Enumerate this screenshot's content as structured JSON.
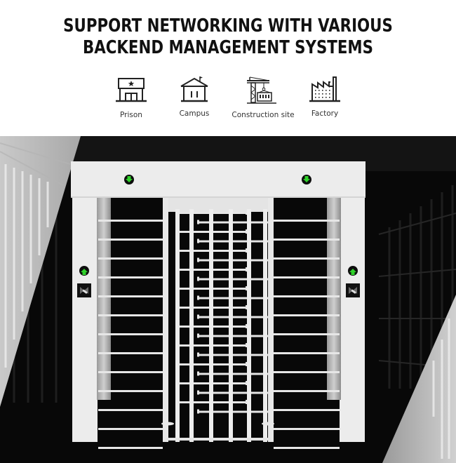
{
  "headline": {
    "line1": "SUPPORT NETWORKING WITH VARIOUS",
    "line2": "BACKEND MANAGEMENT SYSTEMS"
  },
  "applications": [
    {
      "label": "Prison",
      "icon": "prison-icon"
    },
    {
      "label": "Campus",
      "icon": "campus-icon"
    },
    {
      "label": "Construction site",
      "icon": "construction-crane-icon"
    },
    {
      "label": "Factory",
      "icon": "factory-icon"
    }
  ],
  "product": {
    "name": "full height turnstile",
    "indicator_color": "#2fd12a",
    "frame_color": "#e9e9e9"
  }
}
